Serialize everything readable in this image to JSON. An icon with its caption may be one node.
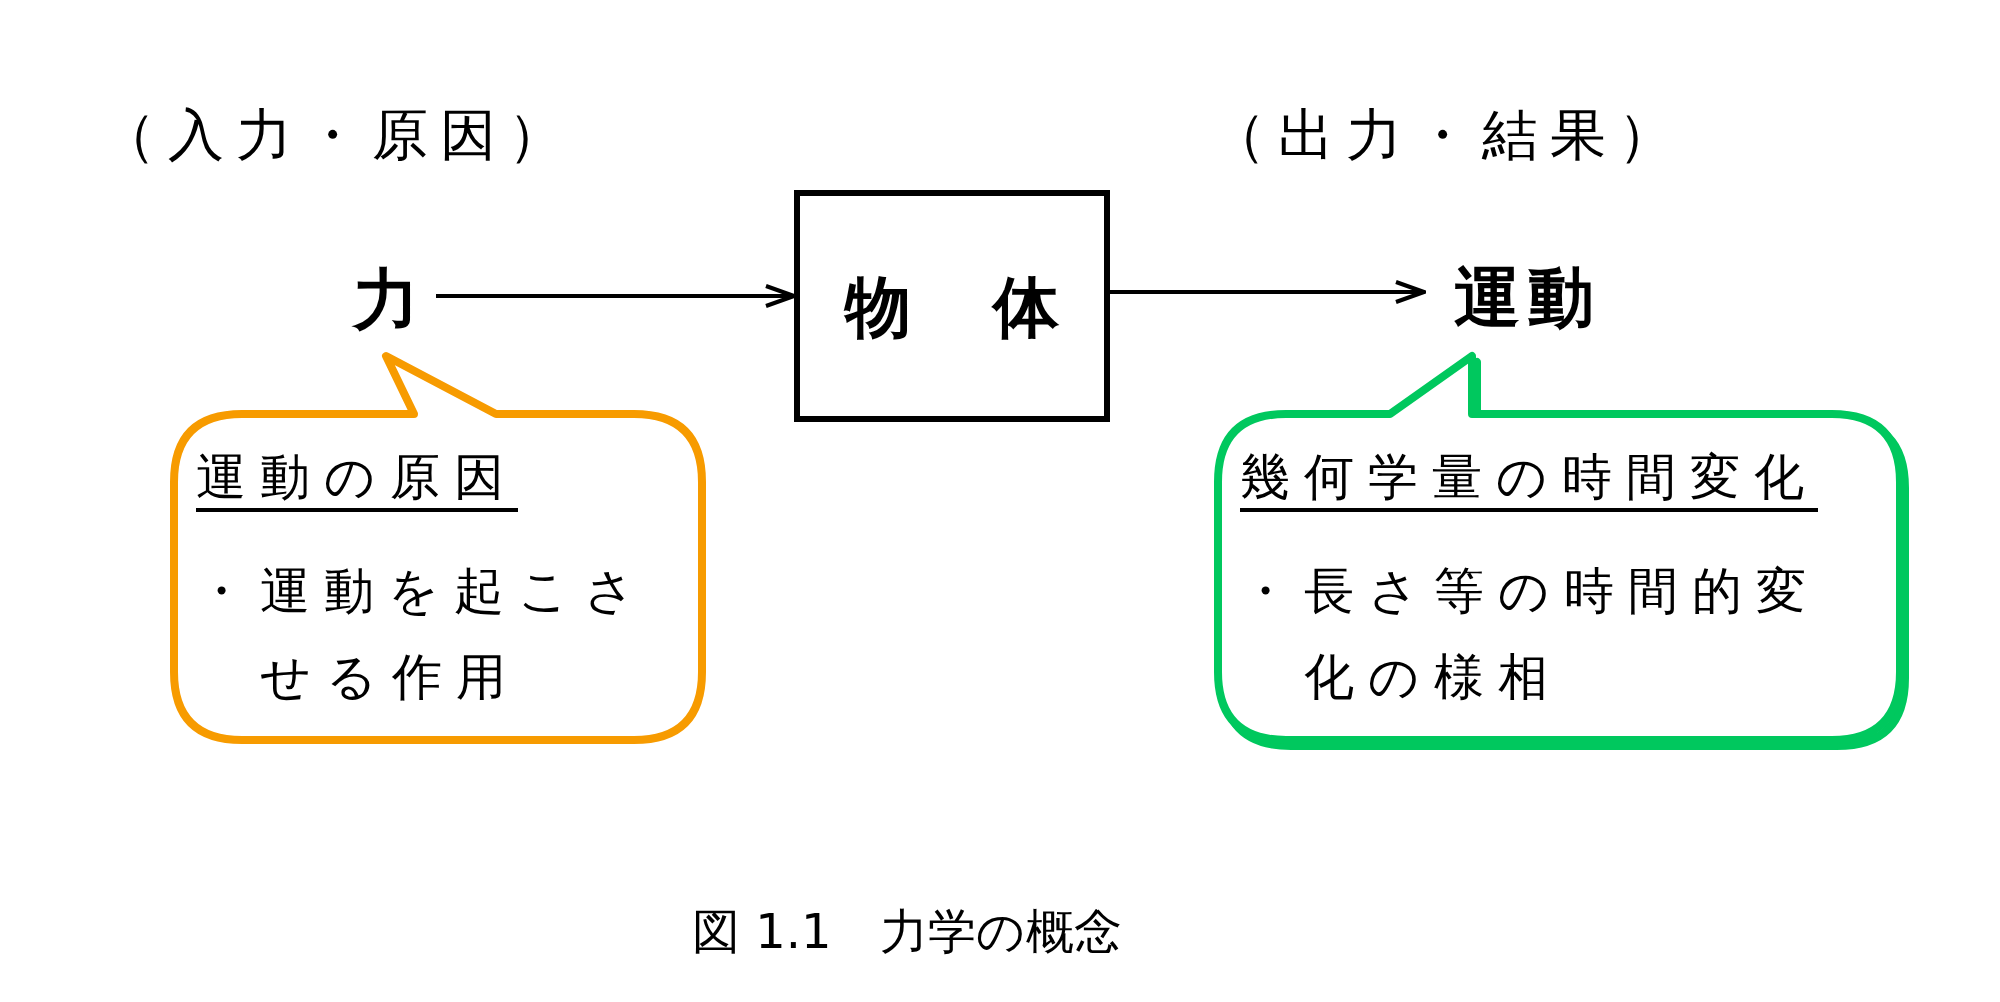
{
  "diagram": {
    "caption": "図 1.1　力学の概念",
    "nodes": [
      {
        "text": [
          "力"
        ],
        "beside": [
          "（入力・原因）"
        ]
      },
      {
        "text": [
          "物　体"
        ]
      },
      {
        "text": [
          "運動"
        ],
        "beside": [
          "（出力・結果）"
        ]
      },
      {
        "text": [
          "運動の原因",
          "・運動を起こさせる作用"
        ]
      },
      {
        "text": [
          "幾何学量の時間変化",
          "・長さ等の時間的変化の様相"
        ]
      }
    ],
    "edges": [
      {
        "from": 0,
        "to": 1,
        "arrow": "to"
      },
      {
        "from": 1,
        "to": 2,
        "arrow": "to"
      }
    ]
  }
}
